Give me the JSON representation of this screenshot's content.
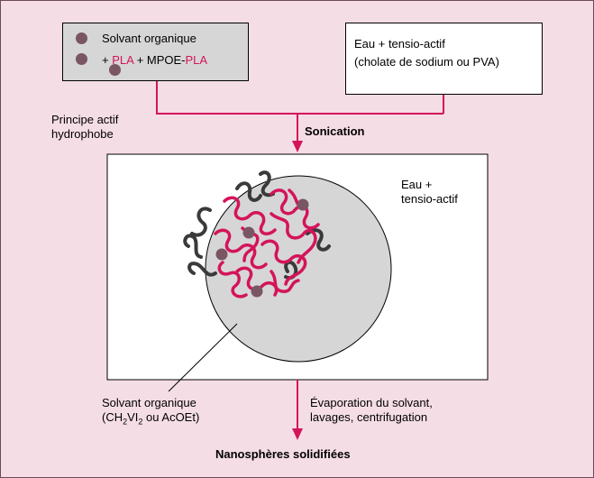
{
  "colors": {
    "background": "#f5dde6",
    "accent": "#d4145a",
    "dot": "#7a5564",
    "droplet": "#d6d6d6",
    "polymer_dark": "#3a3a3a"
  },
  "organic_box": {
    "line1": "Solvant organique",
    "line2_prefix": "+ ",
    "pla": "PLA",
    "line2_mid": " + MPOE-",
    "pla2": "PLA"
  },
  "water_box": {
    "line1": "Eau + tensio-actif",
    "line2": "(cholate de sodium ou PVA)"
  },
  "principe": {
    "line1": "Principe actif",
    "line2": "hydrophobe"
  },
  "sonication": "Sonication",
  "emulsion": {
    "water_line1": "Eau +",
    "water_line2": "tensio-actif",
    "solvent_line1": "Solvant organique",
    "solvent_open": "(CH",
    "sub2a": "2",
    "solvent_vi": "VI",
    "sub2b": "2",
    "solvent_close": " ou AcOEt)"
  },
  "evaporation": {
    "line1": "Évaporation du solvant,",
    "line2": "lavages, centrifugation"
  },
  "final": "Nanosphères solidifiées"
}
